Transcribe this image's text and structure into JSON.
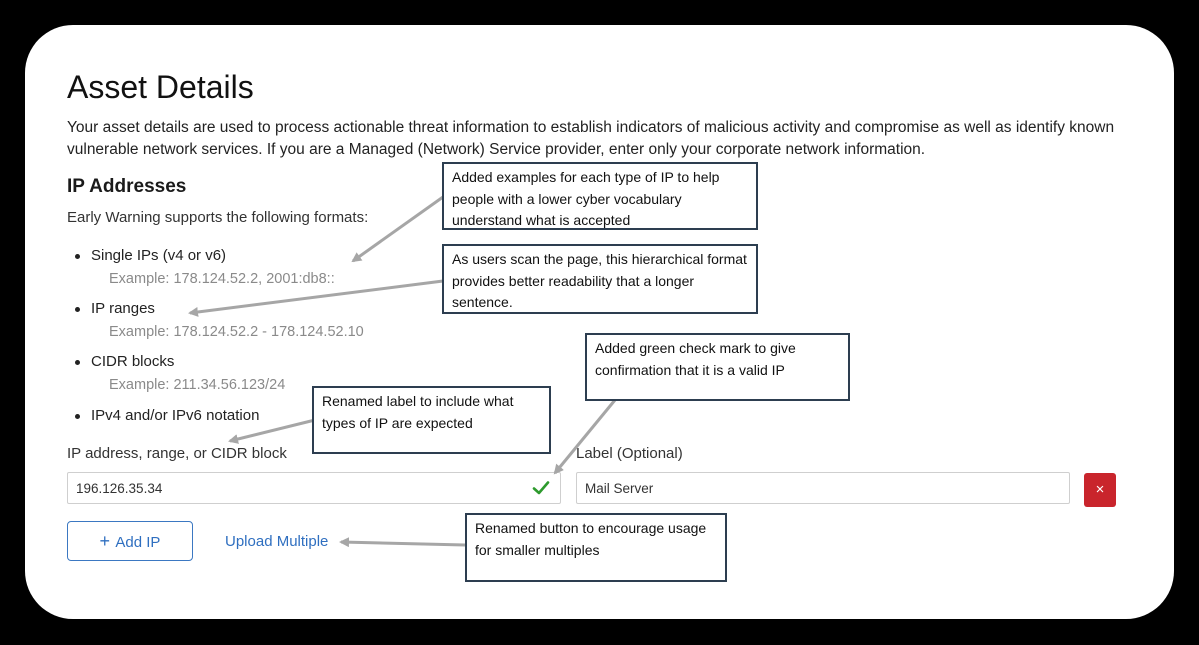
{
  "page": {
    "title": "Asset Details",
    "intro": "Your asset details are used to process actionable threat information to establish indicators of malicious activity and compromise as well as identify known vulnerable network services. If you are a Managed (Network) Service provider, enter only your corporate network information.",
    "section_title": "IP Addresses",
    "formats_intro": "Early Warning supports the following formats:"
  },
  "formats": [
    {
      "label": "Single IPs (v4 or v6)",
      "example": "Example: 178.124.52.2, 2001:db8::"
    },
    {
      "label": "IP ranges",
      "example": "Example: 178.124.52.2 - 178.124.52.10"
    },
    {
      "label": "CIDR blocks",
      "example": "Example: 211.34.56.123/24"
    },
    {
      "label": "IPv4 and/or IPv6 notation",
      "example": ""
    }
  ],
  "form": {
    "ip_label": "IP address, range, or CIDR block",
    "ip_value": "196.126.35.34",
    "label_label": "Label (Optional)",
    "label_value": "Mail Server",
    "remove_icon": "×",
    "add_button": "Add IP",
    "add_icon": "+",
    "upload_link": "Upload Multiple"
  },
  "annotations": {
    "examples": "Added examples for each type of IP to help people with a lower cyber vocabulary understand what is accepted",
    "hierarchy": "As users scan the page, this hierarchical format provides better readability that a longer sentence.",
    "check": "Added green check mark to give confirmation that it is a valid IP",
    "label": "Renamed label to include what types of IP are expected",
    "button": "Renamed button to encourage usage for smaller multiples"
  },
  "colors": {
    "check": "#2e9a2e",
    "remove": "#c9252c",
    "link": "#2f6fc0",
    "note_border": "#2d3e50",
    "arrow": "#a6a6a6"
  }
}
